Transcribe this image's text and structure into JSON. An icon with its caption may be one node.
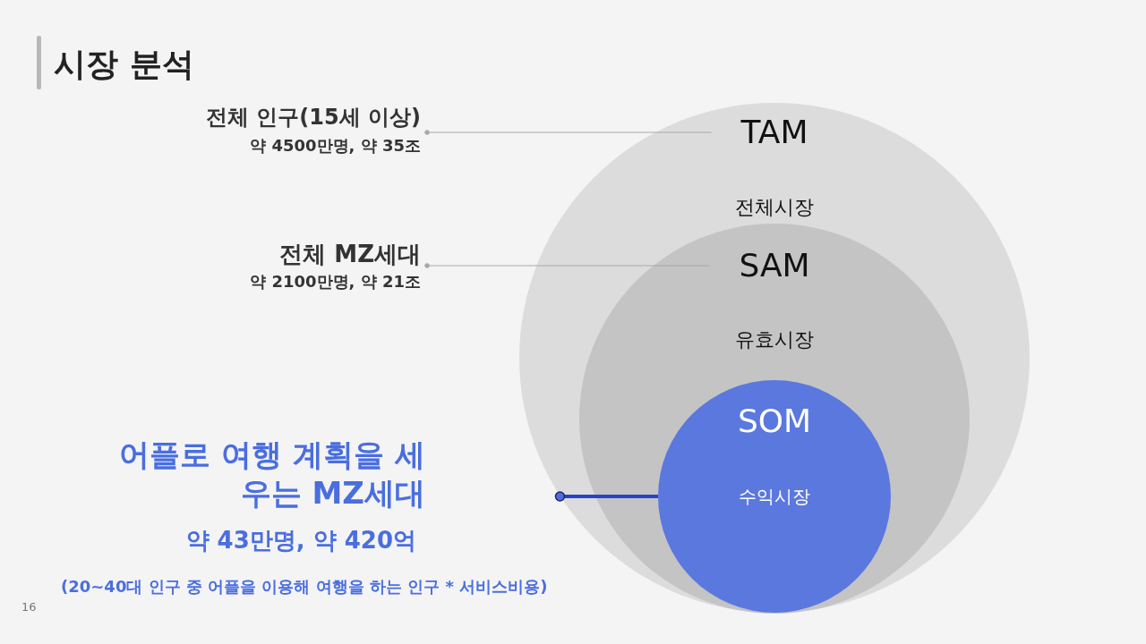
{
  "diagram": {
    "title": "시장 분석",
    "nodes": [
      {
        "text": [
          "TAM",
          "전체시장"
        ]
      },
      {
        "text": [
          "SAM",
          "유효시장"
        ],
        "in": 0
      },
      {
        "text": [
          "SOM",
          "수익시장"
        ],
        "in": 1
      },
      {
        "text": [
          "전체 인구(15세 이상)",
          "약 4500만명, 약 35조"
        ]
      },
      {
        "text": [
          "전체 MZ세대",
          "약 2100만명, 약 21조"
        ]
      },
      {
        "text": [
          "어플로 여행 계획을 세우는 MZ세대",
          "약 43만명, 약 420억",
          "(20~40대 인구 중 어플을 이용해 여행을 하는 인구 * 서비스비용)"
        ]
      }
    ],
    "edges": [
      {
        "from": 3,
        "to": 0,
        "arrow": "other"
      },
      {
        "from": 4,
        "to": 1,
        "arrow": "other"
      },
      {
        "from": 5,
        "to": 2,
        "arrow": "other",
        "style": "thick",
        "color": "#2544c8"
      }
    ],
    "labels": [
      "16"
    ]
  }
}
